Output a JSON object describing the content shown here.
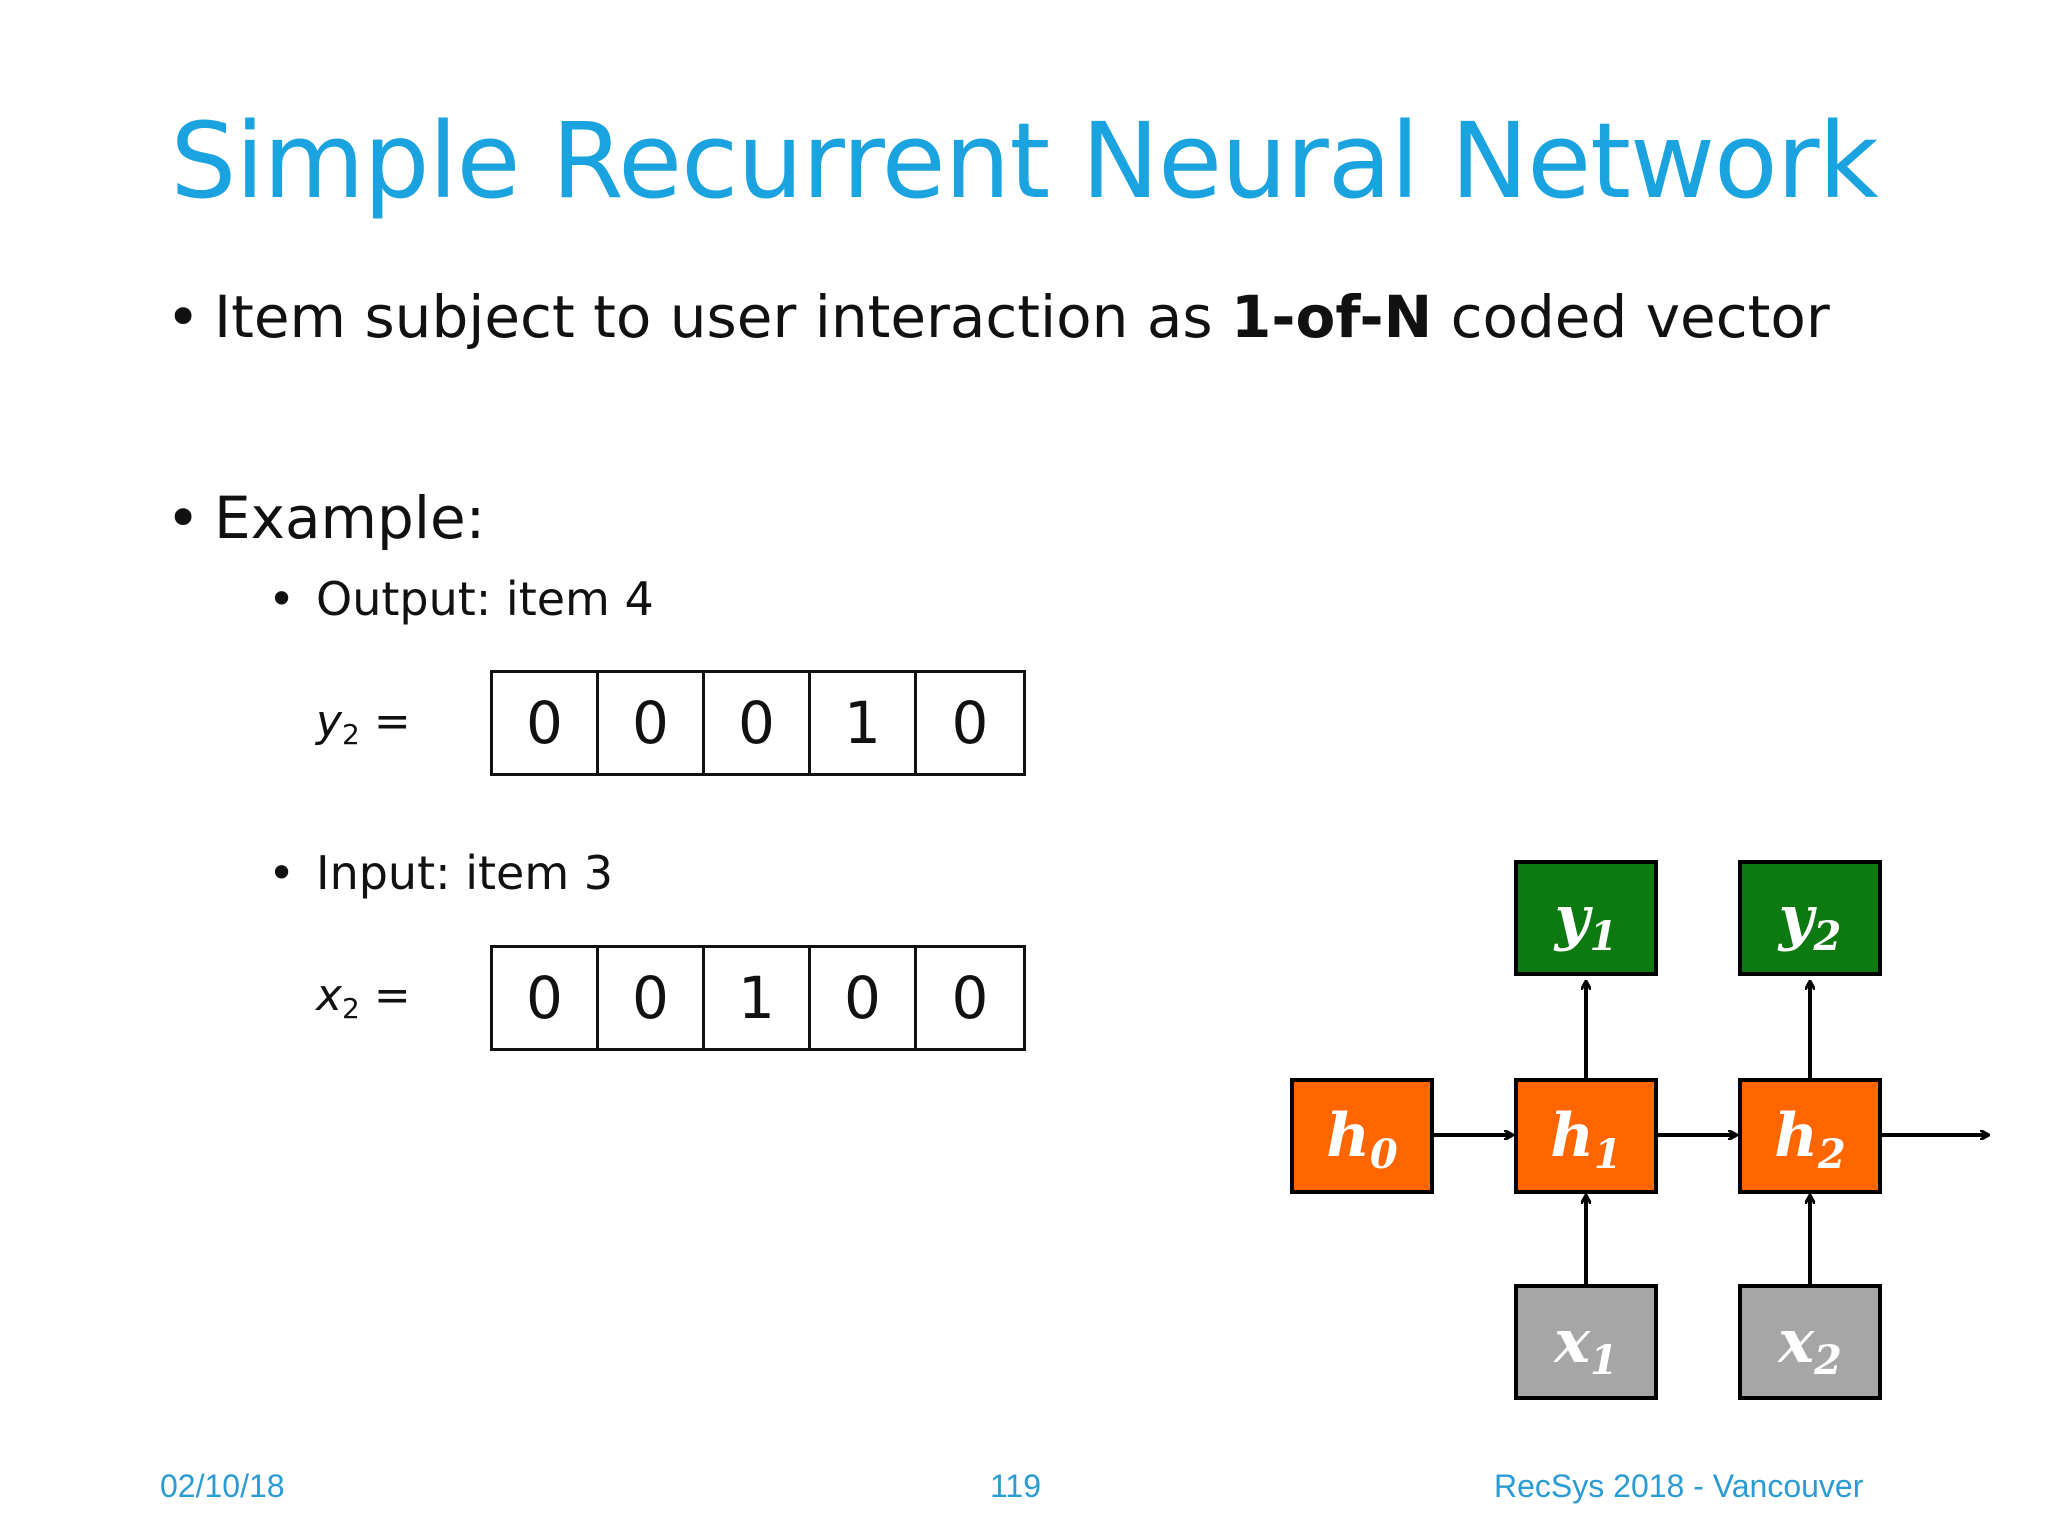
{
  "slide": {
    "title": "Simple Recurrent Neural Network",
    "bullet1": {
      "pre": "Item subject to user interaction as ",
      "bold": "1-of-N",
      "post": " coded vector"
    },
    "bullet2": "Example:",
    "output": {
      "label": "Output: item 4",
      "var": "y",
      "sub": "2",
      "eq": "=",
      "values": [
        "0",
        "0",
        "0",
        "1",
        "0"
      ]
    },
    "input": {
      "label": "Input: item 3",
      "var": "x",
      "sub": "2",
      "eq": "=",
      "values": [
        "0",
        "0",
        "1",
        "0",
        "0"
      ]
    }
  },
  "diagram": {
    "nodes": {
      "y1": {
        "var": "y",
        "sub": "1"
      },
      "y2": {
        "var": "y",
        "sub": "2"
      },
      "h0": {
        "var": "h",
        "sub": "0"
      },
      "h1": {
        "var": "h",
        "sub": "1"
      },
      "h2": {
        "var": "h",
        "sub": "2"
      },
      "x1": {
        "var": "x",
        "sub": "1"
      },
      "x2": {
        "var": "x",
        "sub": "2"
      }
    },
    "colors": {
      "output": "#0d7a11",
      "hidden": "#ff6600",
      "input": "#a6a6a6"
    }
  },
  "footer": {
    "date": "02/10/18",
    "page": "119",
    "event": "RecSys 2018 - Vancouver"
  }
}
